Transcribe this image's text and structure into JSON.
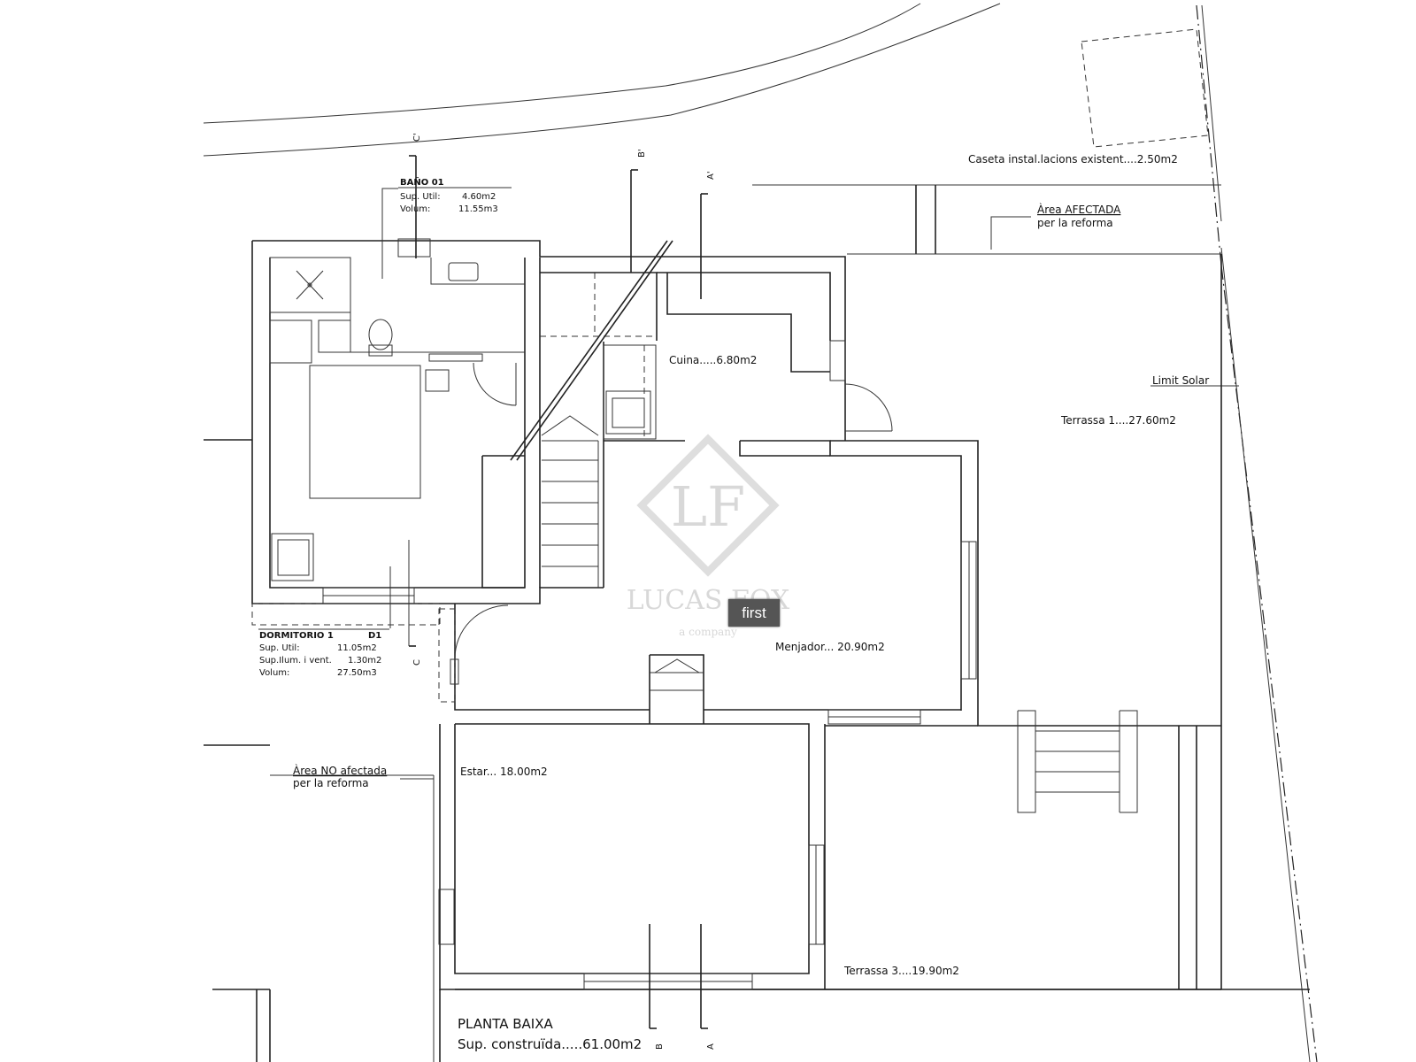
{
  "plan": {
    "title": "PLANTA BAIXA",
    "built_area": "Sup. construïda.....61.00m2",
    "section_marks": {
      "a": "A'",
      "b": "B'",
      "c": "C'",
      "c_lower": "C",
      "a_lower": "A",
      "b_lower": "B"
    },
    "caseta": "Caseta instal.lacions existent....2.50m2",
    "area_afectada": {
      "line1": "Àrea AFECTADA",
      "line2": "per la reforma"
    },
    "area_no_afectada": {
      "line1": "Àrea NO afectada",
      "line2": "per la reforma"
    },
    "limit_solar": "Limit Solar",
    "rooms": {
      "bano": {
        "name": "BAÑO 01",
        "sup_label": "Sup. Util:",
        "sup_value": "4.60m2",
        "vol_label": "Volum:",
        "vol_value": "11.55m3"
      },
      "dormitorio": {
        "name": "DORMITORIO 1",
        "code": "D1",
        "sup_label": "Sup. Util:",
        "sup_value": "11.05m2",
        "ilum_label": "Sup.Ilum. i vent.",
        "ilum_value": "1.30m2",
        "vol_label": "Volum:",
        "vol_value": "27.50m3"
      },
      "cuina": "Cuina.....6.80m2",
      "menjador": "Menjador... 20.90m2",
      "estar": "Estar... 18.00m2",
      "terrassa1": "Terrassa 1....27.60m2",
      "terrassa3": "Terrassa 3....19.90m2"
    },
    "watermark": {
      "logo": "LF",
      "brand": "LUCAS FOX",
      "tagline": "a company"
    },
    "badge": "first"
  }
}
